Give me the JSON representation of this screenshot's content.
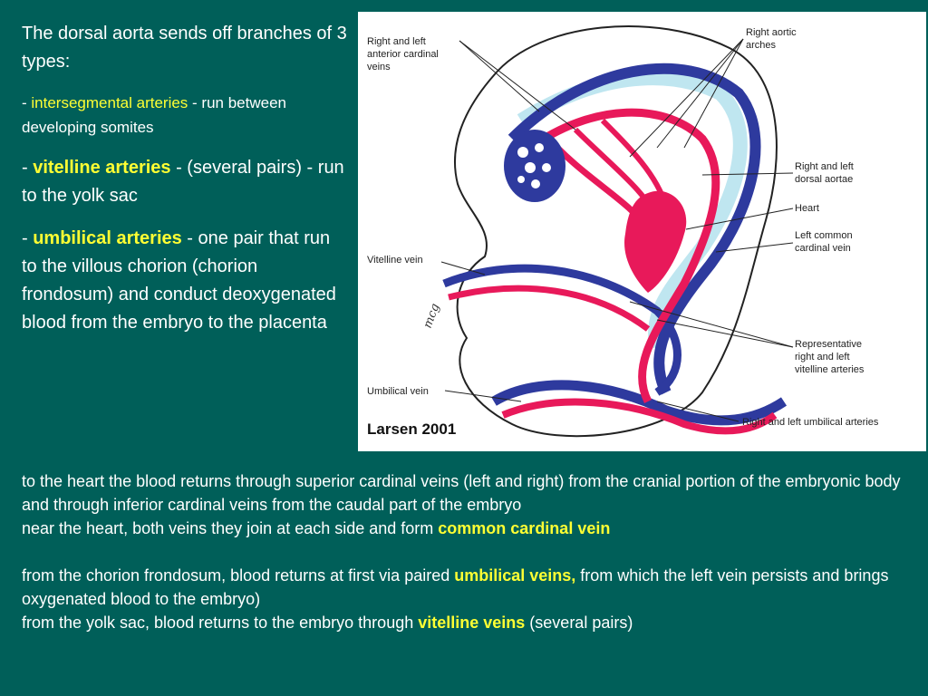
{
  "left": {
    "intro": "The dorsal aorta sends off branches of 3 types:",
    "b1_dash": "- ",
    "b1_term": "intersegmental arteries",
    "b1_rest": " - run between developing somites",
    "b2_dash": "- ",
    "b2_term": "vitelline arteries",
    "b2_rest": " - (several pairs) - run to the yolk sac",
    "b3_dash": "- ",
    "b3_term": "umbilical arteries",
    "b3_rest": " - one pair that run to the villous chorion (chorion frondosum) and conduct deoxygenated blood from the embryo to the placenta"
  },
  "figure": {
    "labels": {
      "anterior_cardinal": [
        "Right and left",
        "anterior cardinal",
        "veins"
      ],
      "aortic_arches": [
        "Right aortic",
        "arches"
      ],
      "dorsal_aortae": [
        "Right and left",
        "dorsal aortae"
      ],
      "heart": "Heart",
      "common_cardinal": [
        "Left common",
        "cardinal vein"
      ],
      "vitelline_vein": "Vitelline vein",
      "vitelline_arteries": [
        "Representative",
        "right and left",
        "vitelline arteries"
      ],
      "umbilical_vein": "Umbilical vein",
      "umbilical_arteries": "Right and left umbilical arteries",
      "credit": "Larsen 2001",
      "signature": "mcg"
    },
    "colors": {
      "artery": "#e8195a",
      "vein": "#2e3a9e",
      "light_vein": "#bfe6f0"
    }
  },
  "bottom": {
    "p1": "to the heart the blood returns through superior cardinal veins (left and right) from the cranial portion of the embryonic body and through inferior cardinal veins from the caudal part of the embryo",
    "p2_pre": "near the heart, both veins they join at each side and form ",
    "p2_term": "common cardinal vein",
    "p3_pre": "from the chorion frondosum, blood returns at first via paired ",
    "p3_term": "umbilical veins,",
    "p3_rest": " from which the left vein persists and brings oxygenated blood to the embryo)",
    "p4_pre": "from the yolk sac, blood returns to the embryo  through ",
    "p4_term": "vitelline veins",
    "p4_rest": " (several pairs)"
  }
}
